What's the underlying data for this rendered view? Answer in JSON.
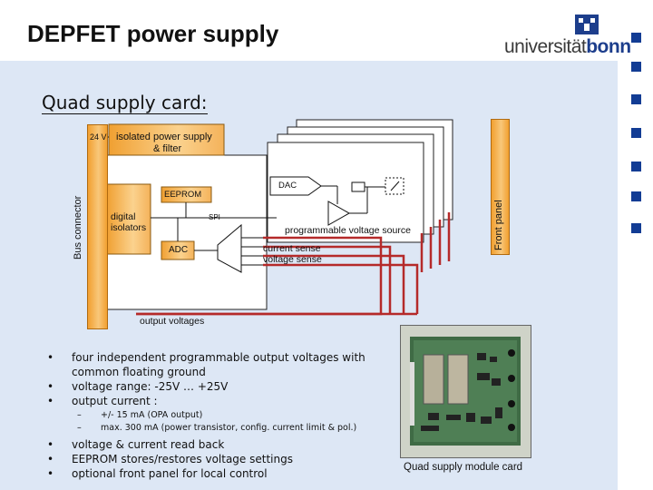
{
  "slide": {
    "title": "DEPFET power supply",
    "logo_text_1": "universität",
    "logo_text_2": "bonn",
    "section_title": "Quad supply card:"
  },
  "diagram": {
    "v24": "24 V",
    "isolated_power": "isolated power supply",
    "and_filter": "& filter",
    "eeprom": "EEPROM",
    "digital_isolators": [
      "digital",
      "isolators"
    ],
    "spi": "SPI",
    "adc": "ADC",
    "dac": "DAC",
    "programmable_source": "programmable voltage source",
    "current_sense": "current sense",
    "voltage_sense": "voltage sense",
    "output_voltages": "output voltages",
    "bus_connector": "Bus connector",
    "front_panel": "Front panel"
  },
  "bullets": [
    "four independent programmable output voltages with",
    "common floating ground",
    "voltage range: -25V … +25V",
    "output current :",
    "+/- 15 mA (OPA output)",
    "max. 300 mA (power transistor, config. current limit & pol.)",
    "voltage & current read back",
    "EEPROM stores/restores voltage settings",
    "optional front panel for local control"
  ],
  "photo_caption": "Quad supply module card",
  "colors": {
    "accent": "#123c94",
    "orange": "#f0a032",
    "background_band": "#dde7f5"
  }
}
